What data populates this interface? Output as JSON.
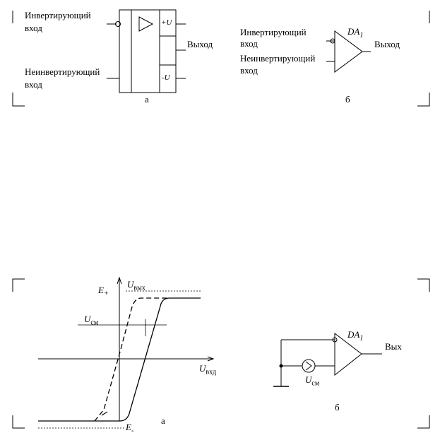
{
  "figure1": {
    "a": {
      "inv_input_line1": "Инвертирующий",
      "inv_input_line2": "вход",
      "noninv_input_line1": "Неинвертирующий",
      "noninv_input_line2": "вход",
      "output": "Выход",
      "plus_u": "+U",
      "minus_u": "-U",
      "triangle_symbol": "▷",
      "caption": "а"
    },
    "b": {
      "inv_input_line1": "Инвертирующий",
      "inv_input_line2": "вход",
      "noninv_input_line1": "Неинвертирующий",
      "noninv_input_line2": "вход",
      "output": "Выход",
      "opamp_label": "DA",
      "opamp_sub": "1",
      "caption": "б"
    }
  },
  "figure2": {
    "a": {
      "e_plus": "E",
      "e_plus_sub": "+",
      "u_out": "U",
      "u_out_sub": "вых",
      "u_cm": "U",
      "u_cm_sub": "см",
      "u_in": "U",
      "u_in_sub": "вхд",
      "e_minus": "E",
      "e_minus_sub": "-",
      "caption": "а"
    },
    "b": {
      "opamp_label": "DA",
      "opamp_sub": "1",
      "output": "Вых",
      "u_cm": "U",
      "u_cm_sub": "см",
      "caption": "б"
    }
  }
}
